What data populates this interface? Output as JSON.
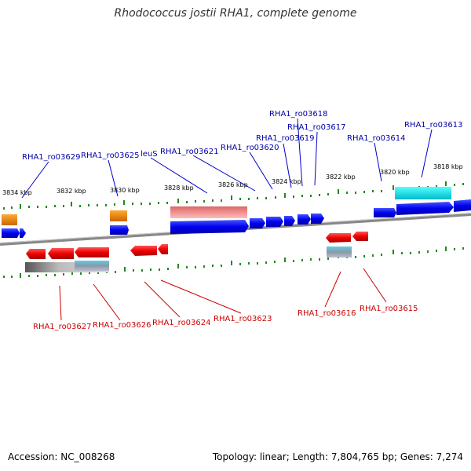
{
  "title": "Rhodococcus jostii RHA1, complete genome",
  "footer": {
    "accession": "Accession: NC_008268",
    "stats": "Topology: linear; Length: 7,804,765 bp; Genes: 7,274"
  },
  "colors": {
    "forward_gene": "#0000ee",
    "reverse_gene": "#ee0000",
    "forward_label": "#0000aa",
    "reverse_label": "#cc0000",
    "rrna_or_orange": "#ee8800",
    "cyan_feature": "#00dddd",
    "pink_feature": "#ee7777",
    "tick": "#228822",
    "backbone": "#888888"
  },
  "scale_labels": [
    "3834 kbp",
    "3832 kbp",
    "3830 kbp",
    "3828 kbp",
    "3826 kbp",
    "3824 kbp",
    "3822 kbp",
    "3820 kbp",
    "3818 kbp"
  ],
  "forward_labels": [
    "RHA1_ro03629",
    "RHA1_ro03625",
    "leuS",
    "RHA1_ro03621",
    "RHA1_ro03620",
    "RHA1_ro03619",
    "RHA1_ro03618",
    "RHA1_ro03617",
    "RHA1_ro03614",
    "RHA1_ro03613"
  ],
  "reverse_labels": [
    "RHA1_ro03627",
    "RHA1_ro03626",
    "RHA1_ro03624",
    "RHA1_ro03623",
    "RHA1_ro03616",
    "RHA1_ro03615"
  ]
}
